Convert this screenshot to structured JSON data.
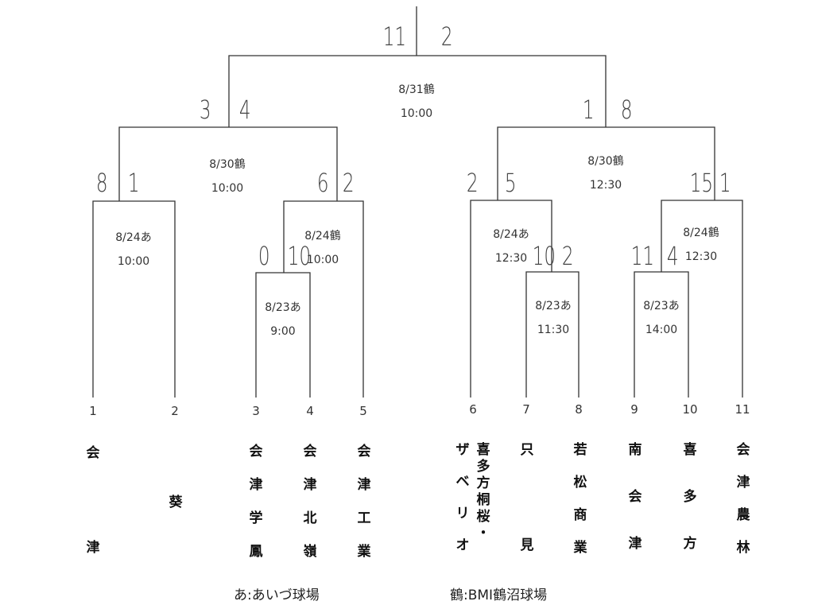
{
  "legend": {
    "a": "あ:あいづ球場",
    "b": "鶴:BMI鶴沼球場"
  },
  "seeds": [
    "1",
    "2",
    "3",
    "4",
    "5",
    "6",
    "7",
    "8",
    "9",
    "10",
    "11"
  ],
  "teams": [
    {
      "lines": [
        "会",
        "津"
      ]
    },
    {
      "lines": [
        "葵"
      ]
    },
    {
      "lines": [
        "会",
        "津",
        "学",
        "鳳"
      ]
    },
    {
      "lines": [
        "会",
        "津",
        "北",
        "嶺"
      ]
    },
    {
      "lines": [
        "会",
        "津",
        "工",
        "業"
      ]
    },
    {
      "lines": [
        "ザ",
        "ベ",
        "リ",
        "オ"
      ]
    },
    {
      "lines": [
        "喜",
        "多",
        "方",
        "桐",
        "桜",
        "・"
      ]
    },
    {
      "lines": [
        "只",
        "見"
      ]
    },
    {
      "lines": [
        "若",
        "松",
        "商",
        "業"
      ]
    },
    {
      "lines": [
        "南",
        "会",
        "津"
      ]
    },
    {
      "lines": [
        "喜",
        "多",
        "方"
      ]
    },
    {
      "lines": [
        "会",
        "津",
        "農",
        "林"
      ]
    }
  ],
  "matches": {
    "r1_3v4": {
      "date": "8/23あ",
      "time": "9:00",
      "score": [
        "0",
        "10"
      ]
    },
    "r1_7v8": {
      "date": "8/23あ",
      "time": "11:30",
      "score": [
        "10",
        "2"
      ]
    },
    "r1_9v10": {
      "date": "8/23あ",
      "time": "14:00",
      "score": [
        "11",
        "4"
      ]
    },
    "r2_1v2": {
      "date": "8/24あ",
      "time": "10:00",
      "score": [
        "8",
        "1"
      ]
    },
    "r2_w34v5": {
      "date": "8/24鶴",
      "time": "10:00",
      "score": [
        "6",
        "2"
      ]
    },
    "r2_6vw78": {
      "date": "8/24あ",
      "time": "12:30",
      "score": [
        "2",
        "5"
      ]
    },
    "r2_w910v11": {
      "date": "8/24鶴",
      "time": "12:30",
      "score": [
        "15",
        "1"
      ]
    },
    "sf_left": {
      "date": "8/30鶴",
      "time": "10:00",
      "score": [
        "3",
        "4"
      ]
    },
    "sf_right": {
      "date": "8/30鶴",
      "time": "12:30",
      "score": [
        "1",
        "8"
      ]
    },
    "final": {
      "date": "8/31鶴",
      "time": "10:00",
      "score": [
        "11",
        "2"
      ]
    }
  }
}
